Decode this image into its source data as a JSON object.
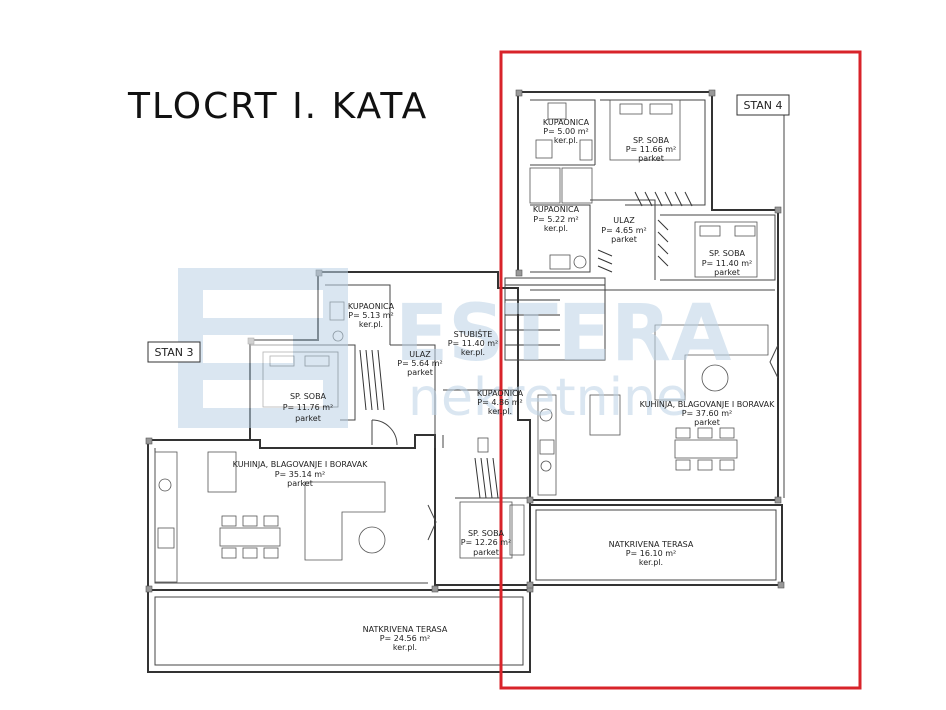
{
  "title": "TLOCRT I. KATA",
  "units": {
    "stan_3": "STAN 3",
    "stan_4": "STAN 4"
  },
  "rooms": {
    "s4_kupaonica_top": {
      "name": "KUPAONICA",
      "area": "P= 5.00 m²",
      "floor": "ker.pl."
    },
    "s4_spavaca_top": {
      "name": "SP. SOBA",
      "area": "P= 11.66 m²",
      "floor": "parket"
    },
    "s4_kupaonica_mid": {
      "name": "KUPAONICA",
      "area": "P= 5.22 m²",
      "floor": "ker.pl."
    },
    "s4_ulaz": {
      "name": "ULAZ",
      "area": "P= 4.65 m²",
      "floor": "parket"
    },
    "s4_spavaca_right": {
      "name": "SP. SOBA",
      "area": "P= 11.40 m²",
      "floor": "parket"
    },
    "s4_kuhinja": {
      "name": "KUHINJA, BLAGOVANJE I BORAVAK",
      "area": "P= 37.60 m²",
      "floor": "parket"
    },
    "s4_terasa": {
      "name": "NATKRIVENA TERASA",
      "area": "P= 16.10 m²",
      "floor": "ker.pl."
    },
    "stubiste": {
      "name": "STUBIŠTE",
      "area": "P= 11.40 m²",
      "floor": "ker.pl."
    },
    "s3_kupaonica": {
      "name": "KUPAONICA",
      "area": "P= 5.13 m²",
      "floor": "ker.pl."
    },
    "s3_ulaz": {
      "name": "ULAZ",
      "area": "P= 5.64 m²",
      "floor": "parket"
    },
    "s3_spavaca": {
      "name": "SP. SOBA",
      "area": "P= 11.76 m²",
      "floor": "parket"
    },
    "s3_kupaonica2": {
      "name": "KUPAONICA",
      "area": "P= 4.86 m²",
      "floor": "ker.pl."
    },
    "s3_kuhinja": {
      "name": "KUHINJA, BLAGOVANJE I BORAVAK",
      "area": "P= 35.14 m²",
      "floor": "parket"
    },
    "s3_spavaca2": {
      "name": "SP. SOBA",
      "area": "P= 12.26 m²",
      "floor": "parket"
    },
    "s3_terasa": {
      "name": "NATKRIVENA TERASA",
      "area": "P= 24.56 m²",
      "floor": "ker.pl."
    }
  },
  "watermark": {
    "line1": "ESTERA",
    "line2": "nekretnine"
  },
  "colors": {
    "highlight": "#d8232a",
    "watermark": "#bcd3e6"
  }
}
